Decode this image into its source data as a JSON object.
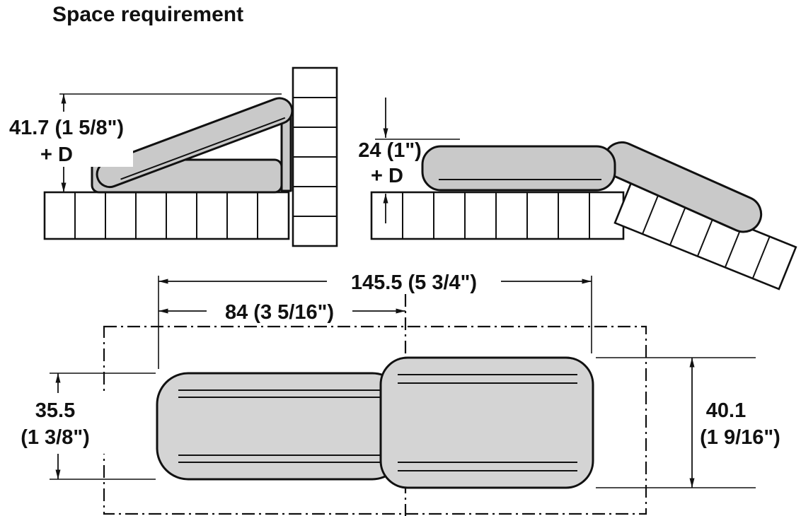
{
  "title": "Space requirement",
  "colors": {
    "line": "#111111",
    "hinge_fill": "#c9c9c9",
    "hinge_fill_plan": "#d4d4d4",
    "background": "#ffffff"
  },
  "side_view_open": {
    "height_dim": "41.7 (1 5/8\")",
    "height_dim_suffix": "+ D"
  },
  "side_view_closed": {
    "height_dim": "24 (1\")",
    "height_dim_suffix": "+ D"
  },
  "plan_view": {
    "overall_length_dim": "145.5 (5 3/4\")",
    "arm_length_dim": "84 (3 5/16\")",
    "left_width_dim_mm": "35.5",
    "left_width_dim_inch": "(1 3/8\")",
    "right_width_dim_mm": "40.1",
    "right_width_dim_inch": "(1 9/16\")"
  }
}
